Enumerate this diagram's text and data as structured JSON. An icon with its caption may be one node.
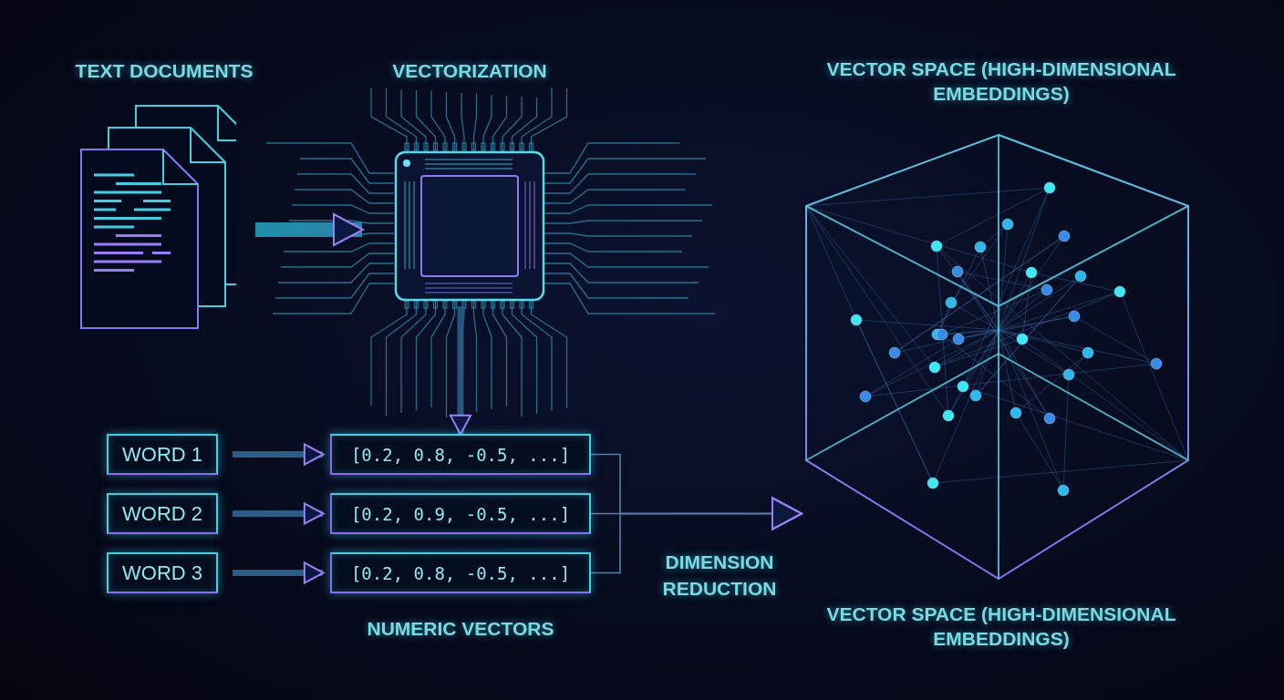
{
  "diagram": {
    "nodes": [
      {
        "text": [
          "TEXT DOCUMENTS"
        ]
      },
      {
        "text": [
          "VECTORIZATION"
        ]
      },
      {
        "text": [
          "VECTOR SPACE (HIGH-DIMENSIONAL EMBEDDINGS)",
          "VECTOR SPACE (HIGH-DIMENSIONAL EMBEDDINGS)"
        ]
      },
      {
        "text": [
          "WORD 1"
        ]
      },
      {
        "text": [
          "WORD 2"
        ]
      },
      {
        "text": [
          "WORD 3"
        ]
      },
      {
        "text": [
          "[0.2, 0.8, -0.5, ...]"
        ]
      },
      {
        "text": [
          "[0.2, 0.9, -0.5, ...]"
        ]
      },
      {
        "text": [
          "[0.2, 0.8, -0.5, ...]"
        ]
      }
    ],
    "edges": [
      {
        "from": 0,
        "to": 1,
        "arrow": "to",
        "style": "thick"
      },
      {
        "from": 1,
        "to": 6,
        "arrow": "to"
      },
      {
        "from": 3,
        "to": 6,
        "arrow": "to"
      },
      {
        "from": 4,
        "to": 7,
        "arrow": "to"
      },
      {
        "from": 5,
        "to": 8,
        "arrow": "to"
      },
      {
        "from": 6,
        "to": 2,
        "arrow": "to"
      },
      {
        "from": 7,
        "to": 2,
        "arrow": "to",
        "label": "DIMENSION REDUCTION"
      },
      {
        "from": 8,
        "to": 2,
        "arrow": "to"
      }
    ],
    "labels": [
      "NUMERIC VECTORS"
    ]
  }
}
